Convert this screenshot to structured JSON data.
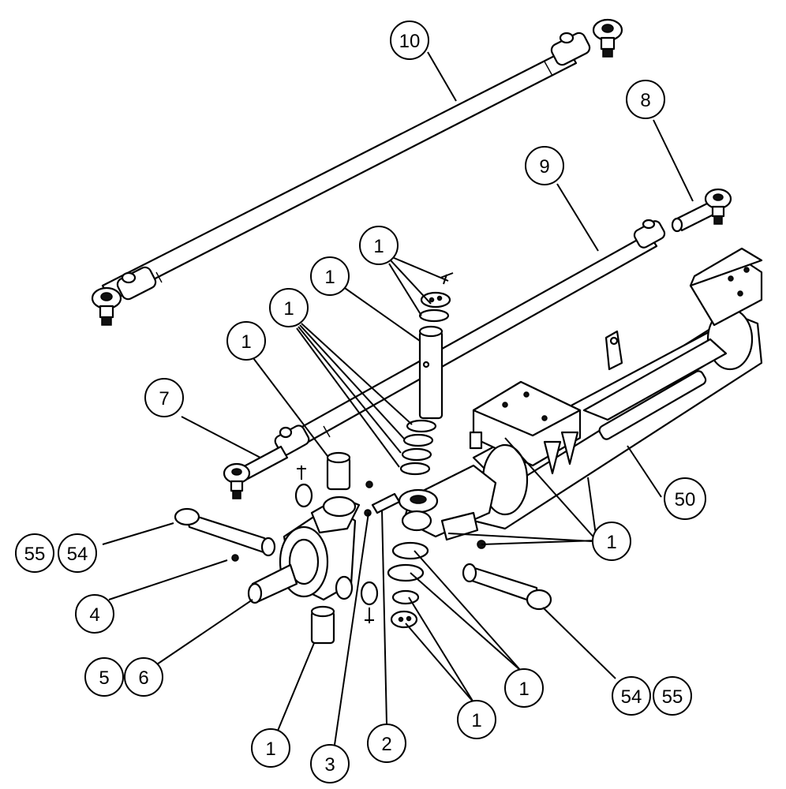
{
  "callouts": {
    "c10": "10",
    "c8": "8",
    "c9": "9",
    "c1_topbolt": "1",
    "c1_kingpin": "1",
    "c1_shims": "1",
    "c1_bushing": "1",
    "c7": "7",
    "c50": "50",
    "c1_bracket": "1",
    "c55_left": "55",
    "c54_left": "54",
    "c4": "4",
    "c5": "5",
    "c6": "6",
    "c1_lower_right": "1",
    "c1_lower_cap": "1",
    "c1_bottom_bushing": "1",
    "c3": "3",
    "c2": "2",
    "c54_right": "54",
    "c55_right": "55"
  }
}
